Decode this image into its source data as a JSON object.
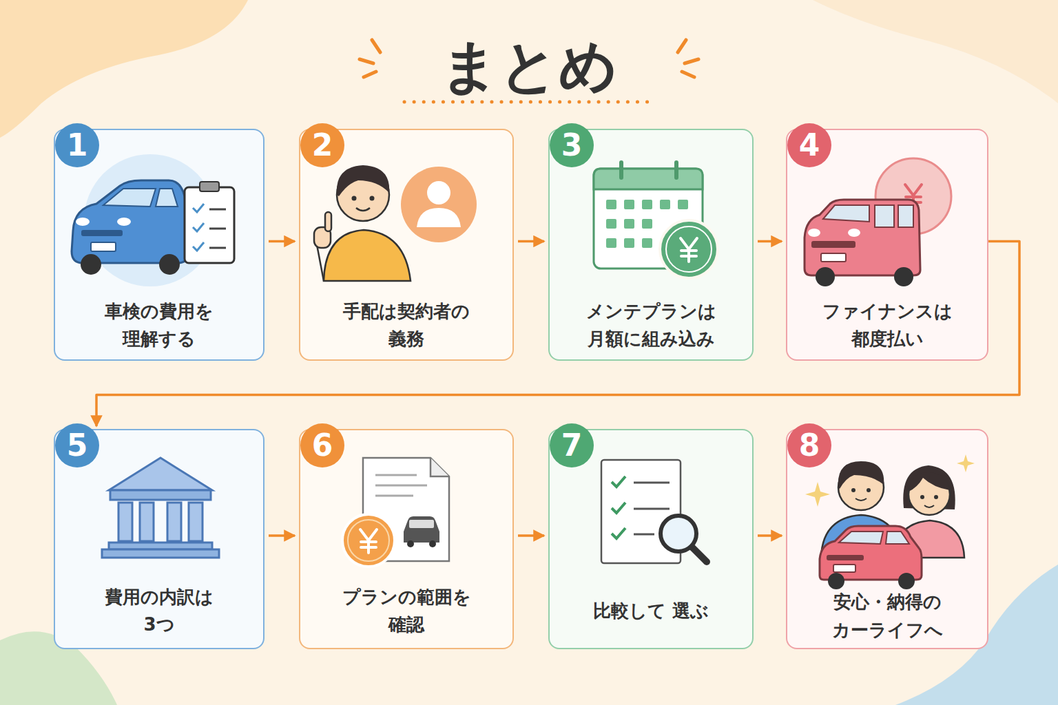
{
  "diagram": {
    "title": "まとめ",
    "nodes": [
      {
        "text": [
          "1",
          "車検の費用を 理解する"
        ]
      },
      {
        "text": [
          "2",
          "手配は契約者の 義務"
        ]
      },
      {
        "text": [
          "3",
          "メンテプランは 月額に組み込み"
        ]
      },
      {
        "text": [
          "4",
          "ファイナンスは 都度払い"
        ]
      },
      {
        "text": [
          "5",
          "費用の内訳は 3つ"
        ]
      },
      {
        "text": [
          "6",
          "プランの範囲を 確認"
        ]
      },
      {
        "text": [
          "7",
          "比較して 選ぶ"
        ]
      },
      {
        "text": [
          "8",
          "安心・納得の カーライフへ"
        ]
      }
    ],
    "edges": [
      {
        "from": 0,
        "to": 1,
        "arrow": "to"
      },
      {
        "from": 1,
        "to": 2,
        "arrow": "to"
      },
      {
        "from": 2,
        "to": 3,
        "arrow": "to"
      },
      {
        "from": 3,
        "to": 4,
        "arrow": "to"
      },
      {
        "from": 4,
        "to": 5,
        "arrow": "to"
      },
      {
        "from": 5,
        "to": 6,
        "arrow": "to"
      },
      {
        "from": 6,
        "to": 7,
        "arrow": "to"
      }
    ]
  }
}
